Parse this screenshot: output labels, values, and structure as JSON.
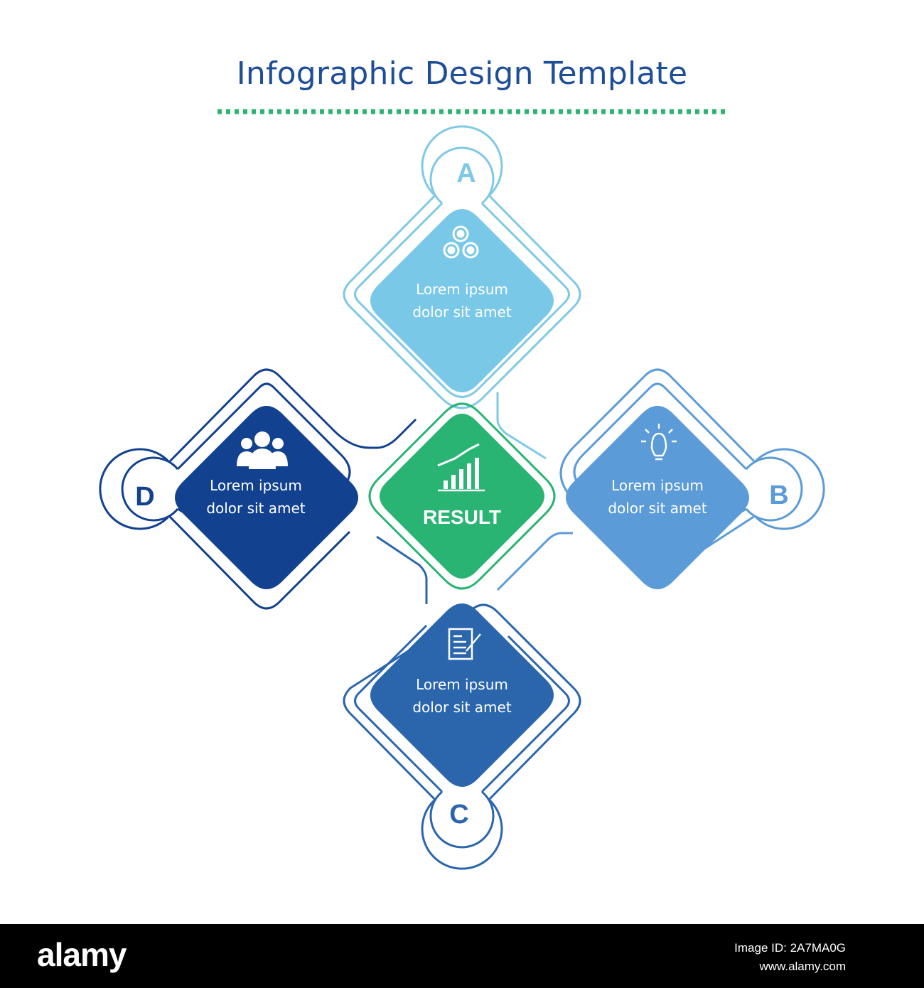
{
  "title": "Infographic Design Template",
  "colors": {
    "title": "#1f4e99",
    "dots": "#2db474",
    "a_fill": "#79c8e8",
    "a_line": "#7fc9e6",
    "b_fill": "#5b9bd8",
    "b_line": "#5b9bd8",
    "c_fill": "#2b66ad",
    "c_line": "#2b66ad",
    "d_fill": "#12418f",
    "d_line": "#12418f",
    "result_fill": "#29b473",
    "result_line": "#29b473",
    "footer_bg": "#000000"
  },
  "nodes": {
    "a": {
      "letter": "A",
      "line1": "Lorem ipsum",
      "line2": "dolor sit amet",
      "icon": "gears-icon"
    },
    "b": {
      "letter": "B",
      "line1": "Lorem ipsum",
      "line2": "dolor sit amet",
      "icon": "lightbulb-icon"
    },
    "c": {
      "letter": "C",
      "line1": "Lorem ipsum",
      "line2": "dolor sit amet",
      "icon": "document-pen-icon"
    },
    "d": {
      "letter": "D",
      "line1": "Lorem ipsum",
      "line2": "dolor sit amet",
      "icon": "people-group-icon"
    },
    "result": {
      "label": "RESULT",
      "icon": "growth-chart-icon"
    }
  },
  "footer": {
    "brand": "alamy",
    "image_id": "Image ID: 2A7MA0G",
    "url": "www.alamy.com"
  }
}
